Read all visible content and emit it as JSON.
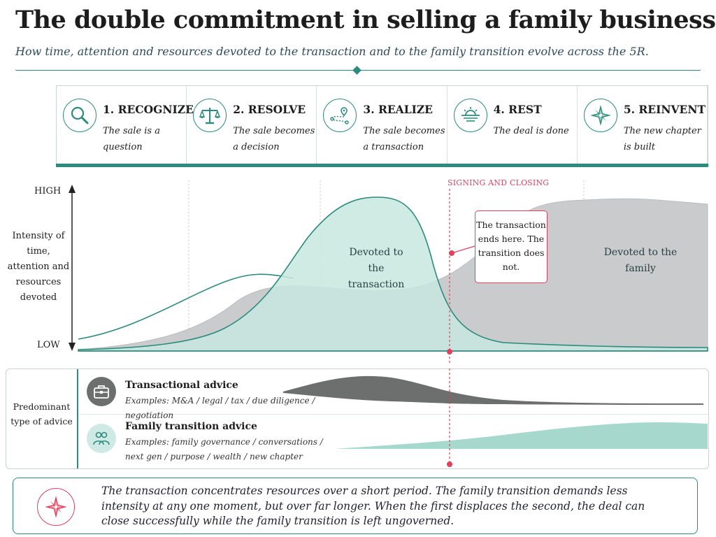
{
  "header": {
    "title": "The double commitment in selling a family business",
    "subtitle": "How time, attention and resources devoted to the transaction and to the family transition evolve across the 5R."
  },
  "phases": [
    {
      "title": "1. RECOGNIZE",
      "desc": "The sale is a question",
      "icon": "magnifier-icon"
    },
    {
      "title": "2. RESOLVE",
      "desc": "The sale becomes a decision",
      "icon": "scales-icon"
    },
    {
      "title": "3. REALIZE",
      "desc": "The sale becomes a transaction",
      "icon": "route-pin-icon"
    },
    {
      "title": "4. REST",
      "desc": "The deal is done",
      "icon": "sunset-icon"
    },
    {
      "title": "5. REINVENT",
      "desc": "The new chapter is built",
      "icon": "compass-icon"
    }
  ],
  "chart": {
    "y_high": "HIGH",
    "y_low": "LOW",
    "y_title": "Intensity of time, attention and resources devoted",
    "area_transaction": "Devoted to the transaction",
    "area_family": "Devoted to the family",
    "signing_label": "SIGNING AND CLOSING",
    "callout": "The transaction ends here. The transition does not."
  },
  "advice": {
    "side_label": "Predominant type of advice",
    "transactional": {
      "title": "Transactional advice",
      "examples": "Examples: M&A / legal / tax / due diligence / negotiation",
      "icon": "briefcase-icon"
    },
    "family": {
      "title": "Family transition advice",
      "examples": "Examples: family governance / conversations / next gen / purpose / wealth / new chapter",
      "icon": "people-icon"
    }
  },
  "note": {
    "text": "The transaction concentrates resources over a short period. The family transition demands less intensity at any one moment, but over far longer. When the first displaces the second, the deal can close successfully while the family transition is left ungoverned.",
    "icon": "compass-icon"
  },
  "colors": {
    "teal": "#2a8b7e",
    "teal_fill": "#c8e7df",
    "gray_fill": "#c9cbcc",
    "accent_red": "#e0415f"
  }
}
